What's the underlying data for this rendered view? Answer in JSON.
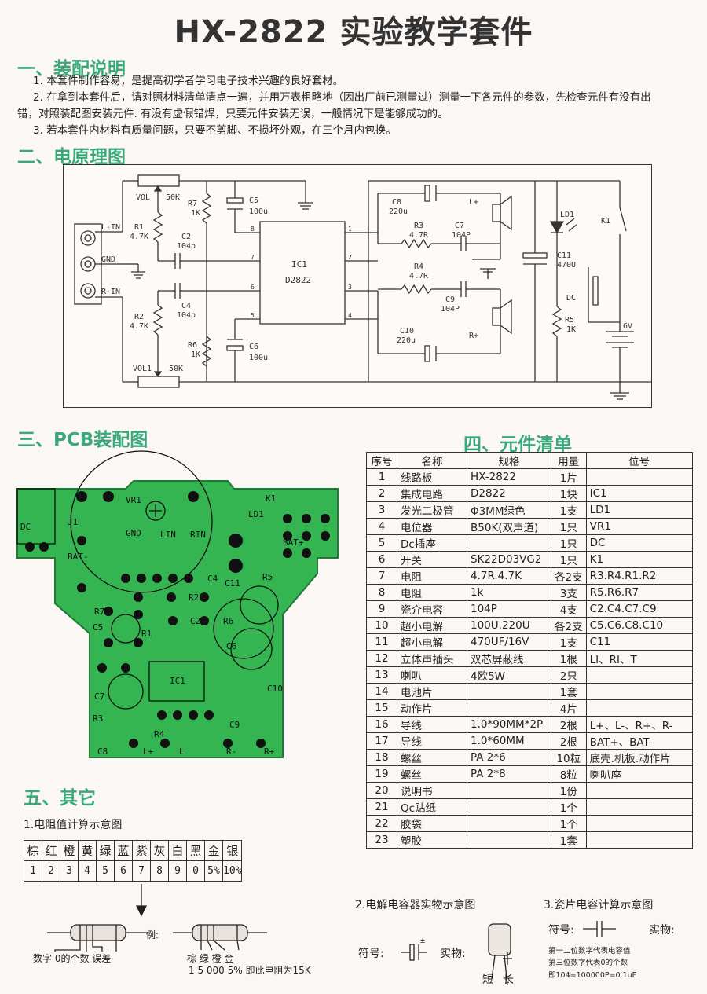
{
  "title": "HX-2822 实验教学套件",
  "sections": {
    "s1": "一、装配说明",
    "s2": "二、电原理图",
    "s3": "三、PCB装配图",
    "s4": "四、元件清单",
    "s5": "五、其它"
  },
  "assembly": {
    "p1": "1. 本套件制作容易，是提高初学者学习电子技术兴趣的良好套材。",
    "p2a": "2. 在拿到本套件后，请对照材料清单清点一遍，并用万表粗略地（因出厂前已测量过）测量一下各元件的参数，先检查元件有没有出",
    "p2b": "错，对照装配图安装元件. 有没有虚假错焊，只要元件安装无误，一般情况下是能够成功的。",
    "p3": "3. 若本套件内材料有质量问题，只要不剪脚、不损坏外观，在三个月内包换。"
  },
  "schematic": {
    "vol": "VOL",
    "vol_val": "50K",
    "vol1": "VOL1",
    "vol1_val": "50K",
    "r1": "R1",
    "r1_val": "4.7K",
    "r2": "R2",
    "r2_val": "4.7K",
    "r7": "R7",
    "r7_val": "1K",
    "r6": "R6",
    "r6_val": "1K",
    "c2": "C2",
    "c2_val": "104p",
    "c4": "C4",
    "c4_val": "104p",
    "c5": "C5",
    "c5_val": "100u",
    "c6": "C6",
    "c6_val": "100u",
    "lin": "L-IN",
    "gnd": "GND",
    "rin": "R-IN",
    "ic": "IC1",
    "ic_part": "D2822",
    "pins": [
      "8",
      "7",
      "6",
      "5",
      "1",
      "2",
      "3",
      "4"
    ],
    "c8": "C8",
    "c8_val": "220u",
    "r3": "R3",
    "r3_val": "4.7R",
    "c7": "C7",
    "c7_val": "104P",
    "r4": "R4",
    "r4_val": "4.7R",
    "c9": "C9",
    "c9_val": "104P",
    "c10": "C10",
    "c10_val": "220u",
    "lplus": "L+",
    "rplus": "R+",
    "ld1": "LD1",
    "k1": "K1",
    "c11": "C11",
    "c11_val": "470U",
    "dc": "DC",
    "r5": "R5",
    "r5_val": "1K",
    "v6": "6V"
  },
  "pcb": {
    "vr1": "VR1",
    "gnd": "GND",
    "lin": "LIN",
    "rin": "RIN",
    "ld1": "LD1",
    "k1": "K1",
    "dc": "DC",
    "j1": "J1",
    "bat_minus": "BAT-",
    "bat_plus": "BAT+",
    "c11": "C11",
    "r5": "R5",
    "c4": "C4",
    "r2": "R2",
    "r7": "R7",
    "c5": "C5",
    "r1": "R1",
    "c2": "C2",
    "r6": "R6",
    "c6": "C6",
    "ic1": "IC1",
    "c7": "C7",
    "r3": "R3",
    "c10": "C10",
    "r4": "R4",
    "c9": "C9",
    "c8": "C8",
    "lplus": "L+",
    "l": "L",
    "rminus": "R-",
    "rplus": "R+"
  },
  "parts": {
    "headers": [
      "序号",
      "名称",
      "规格",
      "用量",
      "位号"
    ],
    "rows": [
      [
        "1",
        "线路板",
        "HX-2822",
        "1片",
        ""
      ],
      [
        "2",
        "集成电路",
        "D2822",
        "1块",
        "IC1"
      ],
      [
        "3",
        "发光二极管",
        "Φ3MM绿色",
        "1支",
        "LD1"
      ],
      [
        "4",
        "电位器",
        "B50K(双声道)",
        "1只",
        "VR1"
      ],
      [
        "5",
        "Dc插座",
        "",
        "1只",
        "DC"
      ],
      [
        "6",
        "开关",
        "SK22D03VG2",
        "1只",
        "K1"
      ],
      [
        "7",
        "电阻",
        "4.7R.4.7K",
        "各2支",
        "R3.R4.R1.R2"
      ],
      [
        "8",
        "电阻",
        "1k",
        "3支",
        "R5.R6.R7"
      ],
      [
        "9",
        "瓷介电容",
        "104P",
        "4支",
        "C2.C4.C7.C9"
      ],
      [
        "10",
        "超小电解",
        "100U.220U",
        "各2支",
        "C5.C6.C8.C10"
      ],
      [
        "11",
        "超小电解",
        "470UF/16V",
        "1支",
        "C11"
      ],
      [
        "12",
        "立体声插头",
        "双芯屏蔽线",
        "1根",
        "LI、RI、T"
      ],
      [
        "13",
        "喇叭",
        "4欧5W",
        "2只",
        ""
      ],
      [
        "14",
        "电池片",
        "",
        "1套",
        ""
      ],
      [
        "15",
        "动作片",
        "",
        "4片",
        ""
      ],
      [
        "16",
        "导线",
        "1.0*90MM*2P",
        "2根",
        "L+、L-、R+、R-"
      ],
      [
        "17",
        "导线",
        "1.0*60MM",
        "2根",
        "BAT+、BAT-"
      ],
      [
        "18",
        "螺丝",
        "PA  2*6",
        "10粒",
        "底壳.机板.动作片"
      ],
      [
        "19",
        "螺丝",
        "PA  2*8",
        "8粒",
        "喇叭座"
      ],
      [
        "20",
        "说明书",
        "",
        "1份",
        ""
      ],
      [
        "21",
        "Qc贴纸",
        "",
        "1个",
        ""
      ],
      [
        "22",
        "胶袋",
        "",
        "1个",
        ""
      ],
      [
        "23",
        "塑胶",
        "",
        "1套",
        ""
      ]
    ]
  },
  "other": {
    "res_title": "1.电阻值计算示意图",
    "colors": [
      "棕",
      "红",
      "橙",
      "黄",
      "绿",
      "蓝",
      "紫",
      "灰",
      "白",
      "黑",
      "金",
      "银"
    ],
    "values": [
      "1",
      "2",
      "3",
      "4",
      "5",
      "6",
      "7",
      "8",
      "9",
      "0",
      "5%",
      "10%"
    ],
    "band_labels": "数字  0的个数 误差",
    "example": "例:",
    "ex_colors": "棕 绿 橙 金",
    "ex_values": "1  5 000 5%  即此电阻为15K",
    "cap_title": "2.电解电容器实物示意图",
    "cap_symbol_label": "符号:",
    "cap_real_label": "实物:",
    "cap_short": "短",
    "cap_long": "长",
    "cer_title": "3.瓷片电容计算示意图",
    "cer_symbol_label": "符号:",
    "cer_real_label": "实物:",
    "cer_note1": "第一二位数字代表电容值",
    "cer_note2": "第三位数字代表0的个数",
    "cer_note3": "即104=100000P=0.1uF"
  },
  "colors": {
    "green": "#3aa87a",
    "pcb": "#34b552",
    "ink": "#222222"
  }
}
